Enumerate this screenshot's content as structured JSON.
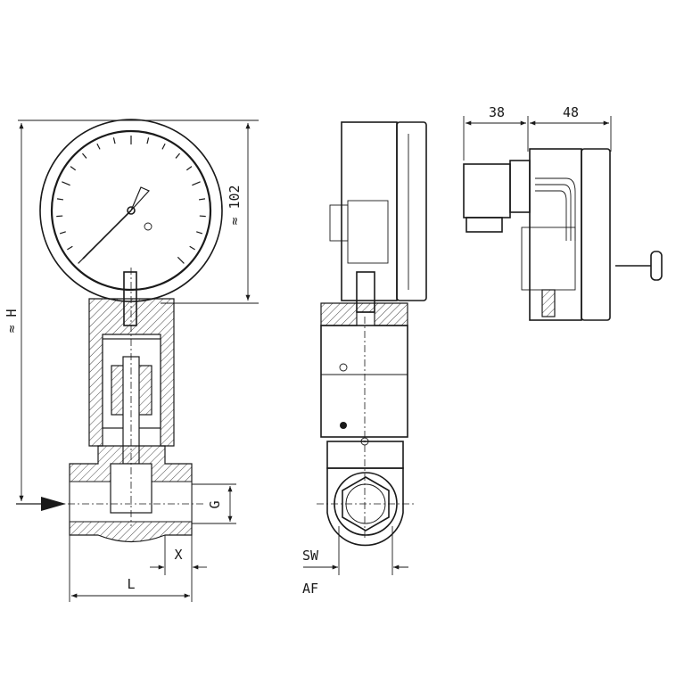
{
  "drawing": {
    "front_view": {
      "height_label": "≈ H",
      "gauge_diameter_label": "≈ 102",
      "thread_label": "G",
      "thread_depth_label": "X",
      "length_label": "L"
    },
    "side_view": {
      "wrench_size_label": "SW",
      "across_flats_label": "AF"
    },
    "switch_view": {
      "connector_depth_label": "38",
      "case_depth_label": "48"
    }
  }
}
